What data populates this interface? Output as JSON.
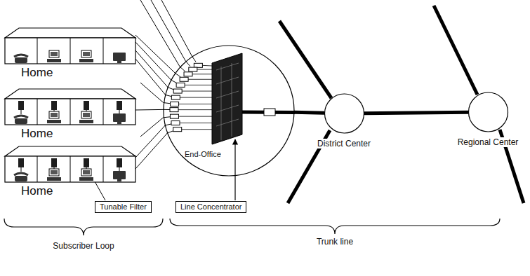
{
  "diagram": {
    "nodes": [
      {
        "text": [
          "Home"
        ]
      },
      {
        "text": [
          "Home"
        ]
      },
      {
        "text": [
          "Home"
        ]
      },
      {
        "text": [
          "Tunable Filter"
        ]
      },
      {
        "text": [
          "End-Office"
        ]
      },
      {
        "text": [
          "Line Concentrator"
        ]
      },
      {
        "text": [
          "District Center"
        ]
      },
      {
        "text": [
          "Regional Center"
        ]
      }
    ],
    "edges": [
      {
        "from": 0,
        "to": 4,
        "arrow": "none"
      },
      {
        "from": 0,
        "to": 4,
        "arrow": "none"
      },
      {
        "from": 0,
        "to": 4,
        "arrow": "none"
      },
      {
        "from": 0,
        "to": 4,
        "arrow": "none"
      },
      {
        "from": 1,
        "to": 4,
        "arrow": "none"
      },
      {
        "from": 2,
        "to": 4,
        "arrow": "none"
      },
      {
        "from": 2,
        "to": 4,
        "arrow": "none"
      },
      {
        "from": 4,
        "to": 6,
        "arrow": "none"
      },
      {
        "from": 6,
        "to": 7,
        "arrow": "none"
      }
    ],
    "labels": [
      "Subscriber Loop",
      "Trunk line"
    ]
  }
}
